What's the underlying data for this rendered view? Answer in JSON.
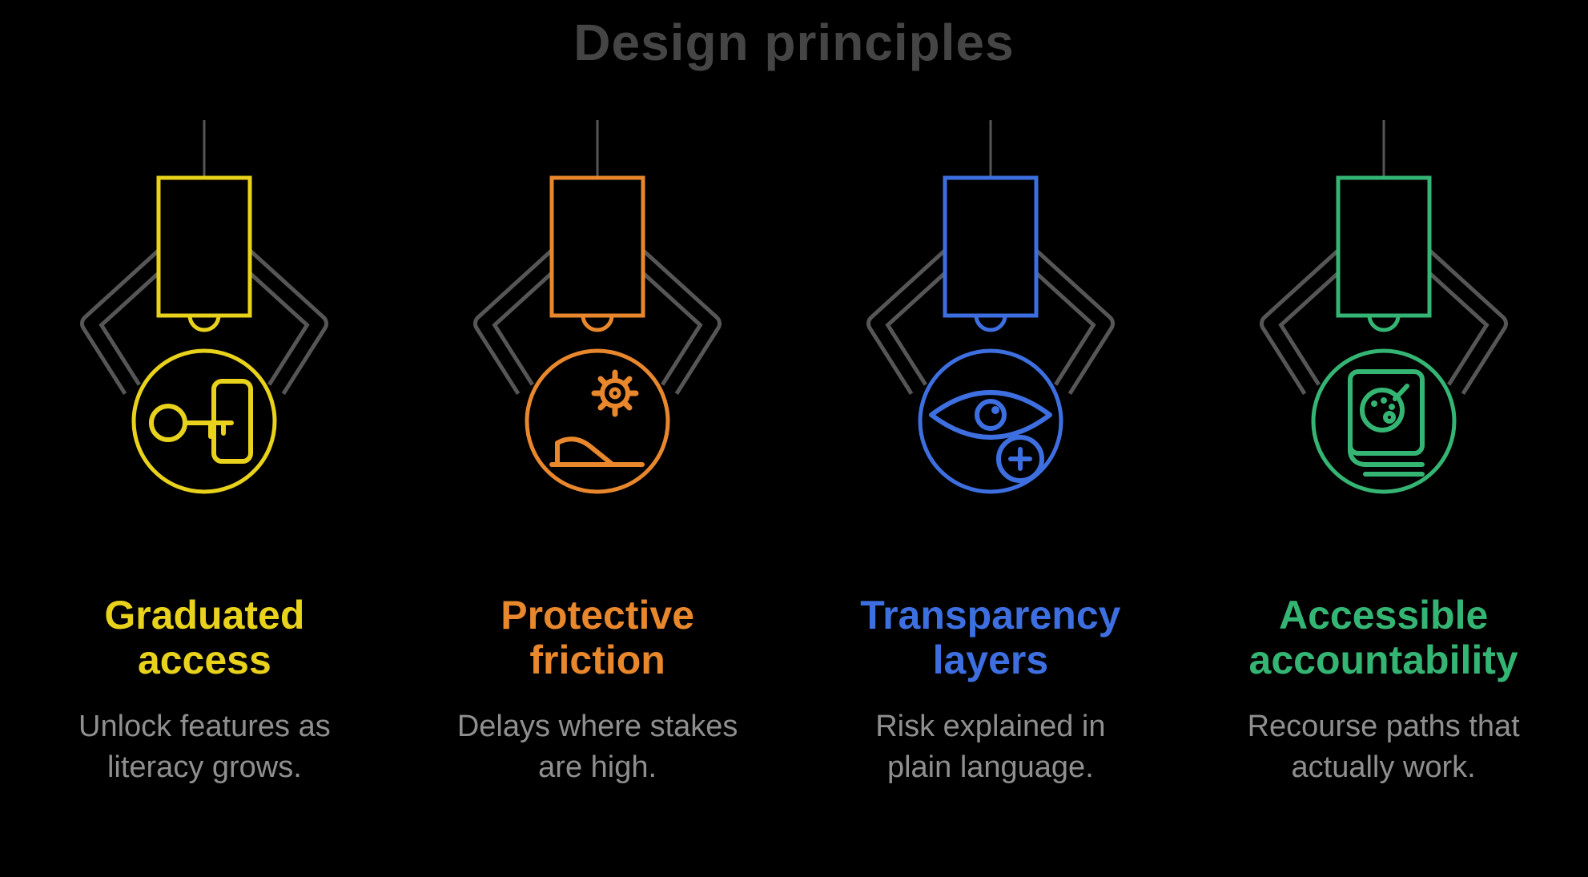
{
  "page_title": "Design principles",
  "theme": {
    "bg": "#000000",
    "heading": "#454545",
    "desc": "#8f8f8f",
    "arm": "#565656"
  },
  "columns": [
    {
      "title": "Graduated\naccess",
      "description": "Unlock features as\nliteracy grows.",
      "color": "#e8d21c",
      "icon": "key-and-door-icon"
    },
    {
      "title": "Protective\nfriction",
      "description": "Delays where stakes\nare high.",
      "color": "#e8872c",
      "icon": "gear-and-speed-bump-icon"
    },
    {
      "title": "Transparency\nlayers",
      "description": "Risk explained in\nplain language.",
      "color": "#3e6fe1",
      "icon": "eye-with-plus-icon"
    },
    {
      "title": "Accessible\naccountability",
      "description": "Recourse paths that\nactually work.",
      "color": "#35b573",
      "icon": "book-with-palette-icon"
    }
  ]
}
